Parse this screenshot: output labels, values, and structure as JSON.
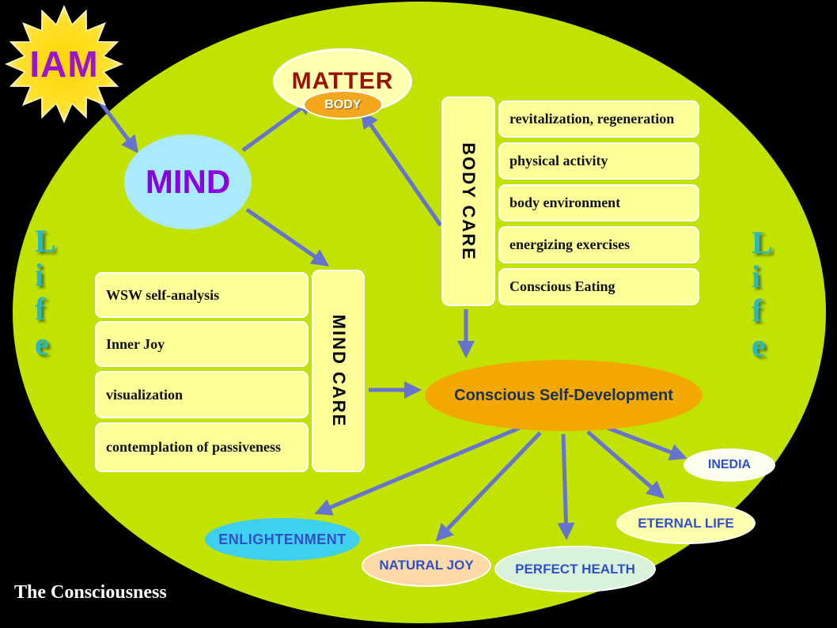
{
  "labels": {
    "iam": "IAM",
    "life_left": "Life",
    "life_right": "Life",
    "matter": "MATTER",
    "body": "BODY",
    "mind": "MIND",
    "body_care": "BODY CARE",
    "mind_care": "MIND CARE",
    "conscious_self_development": "Conscious Self-Development",
    "enlightenment": "ENLIGHTENMENT",
    "natural_joy": "NATURAL JOY",
    "perfect_health": "PERFECT HEALTH",
    "eternal_life": "ETERNAL LIFE",
    "inedia": "INEDIA",
    "footer": "The Consciousness"
  },
  "body_care_items": [
    "revitalization, regeneration",
    "physical activity",
    "body environment",
    "energizing exercises",
    "Conscious Eating"
  ],
  "mind_care_items": [
    "WSW self-analysis",
    "Inner Joy",
    "visualization",
    "contemplation of passiveness"
  ],
  "colors": {
    "background": "#000000",
    "field_green": "#c2e202",
    "box_yellow": "#ffff99",
    "arrow_blue": "#6673cf",
    "orange_node": "#f2a800",
    "body_orange": "#f2a71c",
    "mind_cyan": "#aaeaff",
    "mind_text_purple": "#8a00e0",
    "matter_text_red": "#971200",
    "star_yellow": "#ffe12e",
    "iam_purple": "#9c14cc",
    "life_teal": "#29b9c4",
    "bottom_label_blue": "#2e52c6",
    "enlightenment_cyan": "#3fd0f0",
    "natural_joy_peach": "#ffd9a8",
    "perfect_health_green": "#d9f2dc",
    "eternal_life_yellow": "#ffffb0",
    "inedia_white": "#fdfdee"
  }
}
